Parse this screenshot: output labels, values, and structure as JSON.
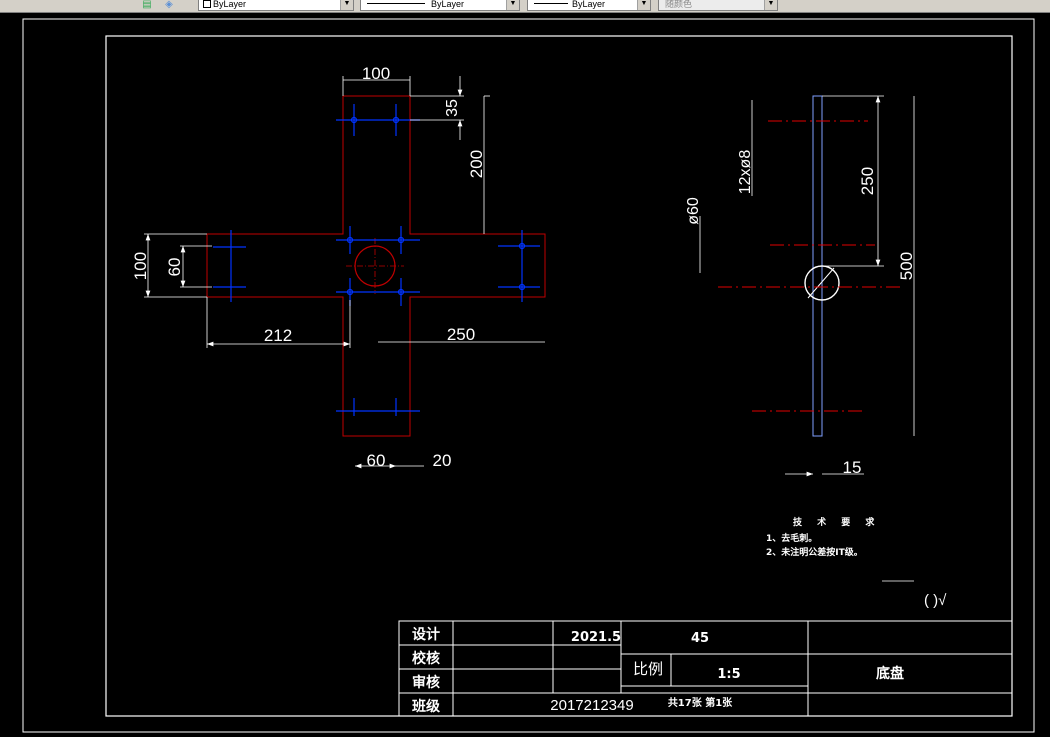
{
  "toolbar": {
    "layer_props": [
      {
        "value": "ByLayer"
      },
      {
        "value": "ByLayer"
      },
      {
        "value": "ByLayer"
      }
    ],
    "plot_style": "随颜色"
  },
  "dimensions": {
    "top_width": "100",
    "hole_offset": "35",
    "arm_length_top": "200",
    "arm_height": "100",
    "center_hole": "60",
    "left_arm": "212",
    "right_arm": "250",
    "bottom_width": "60",
    "bottom_offset": "20",
    "holes_spec": "12xø8",
    "boss_dia": "ø60",
    "side_spacing": "250",
    "side_length": "500",
    "thickness": "15"
  },
  "tech_requirements": {
    "title": "技 术 要 求",
    "items": [
      "1、去毛刺。",
      "2、未注明公差按IT级。"
    ]
  },
  "roughness_symbol": "( )√",
  "title_block": {
    "designer_label": "设计",
    "date": "2021.5",
    "material": "45",
    "checker_label": "校核",
    "scale_label": "比例",
    "scale_value": "1:5",
    "part_name": "底盘",
    "reviewer_label": "审核",
    "class_label": "班级",
    "student_id": "2017212349",
    "sheet_info": "共17张 第1张"
  },
  "colors": {
    "outline": "#ff0000",
    "holes": "#0000ff",
    "dims": "#ffffff",
    "frame": "#ffffff",
    "background": "#000000"
  }
}
